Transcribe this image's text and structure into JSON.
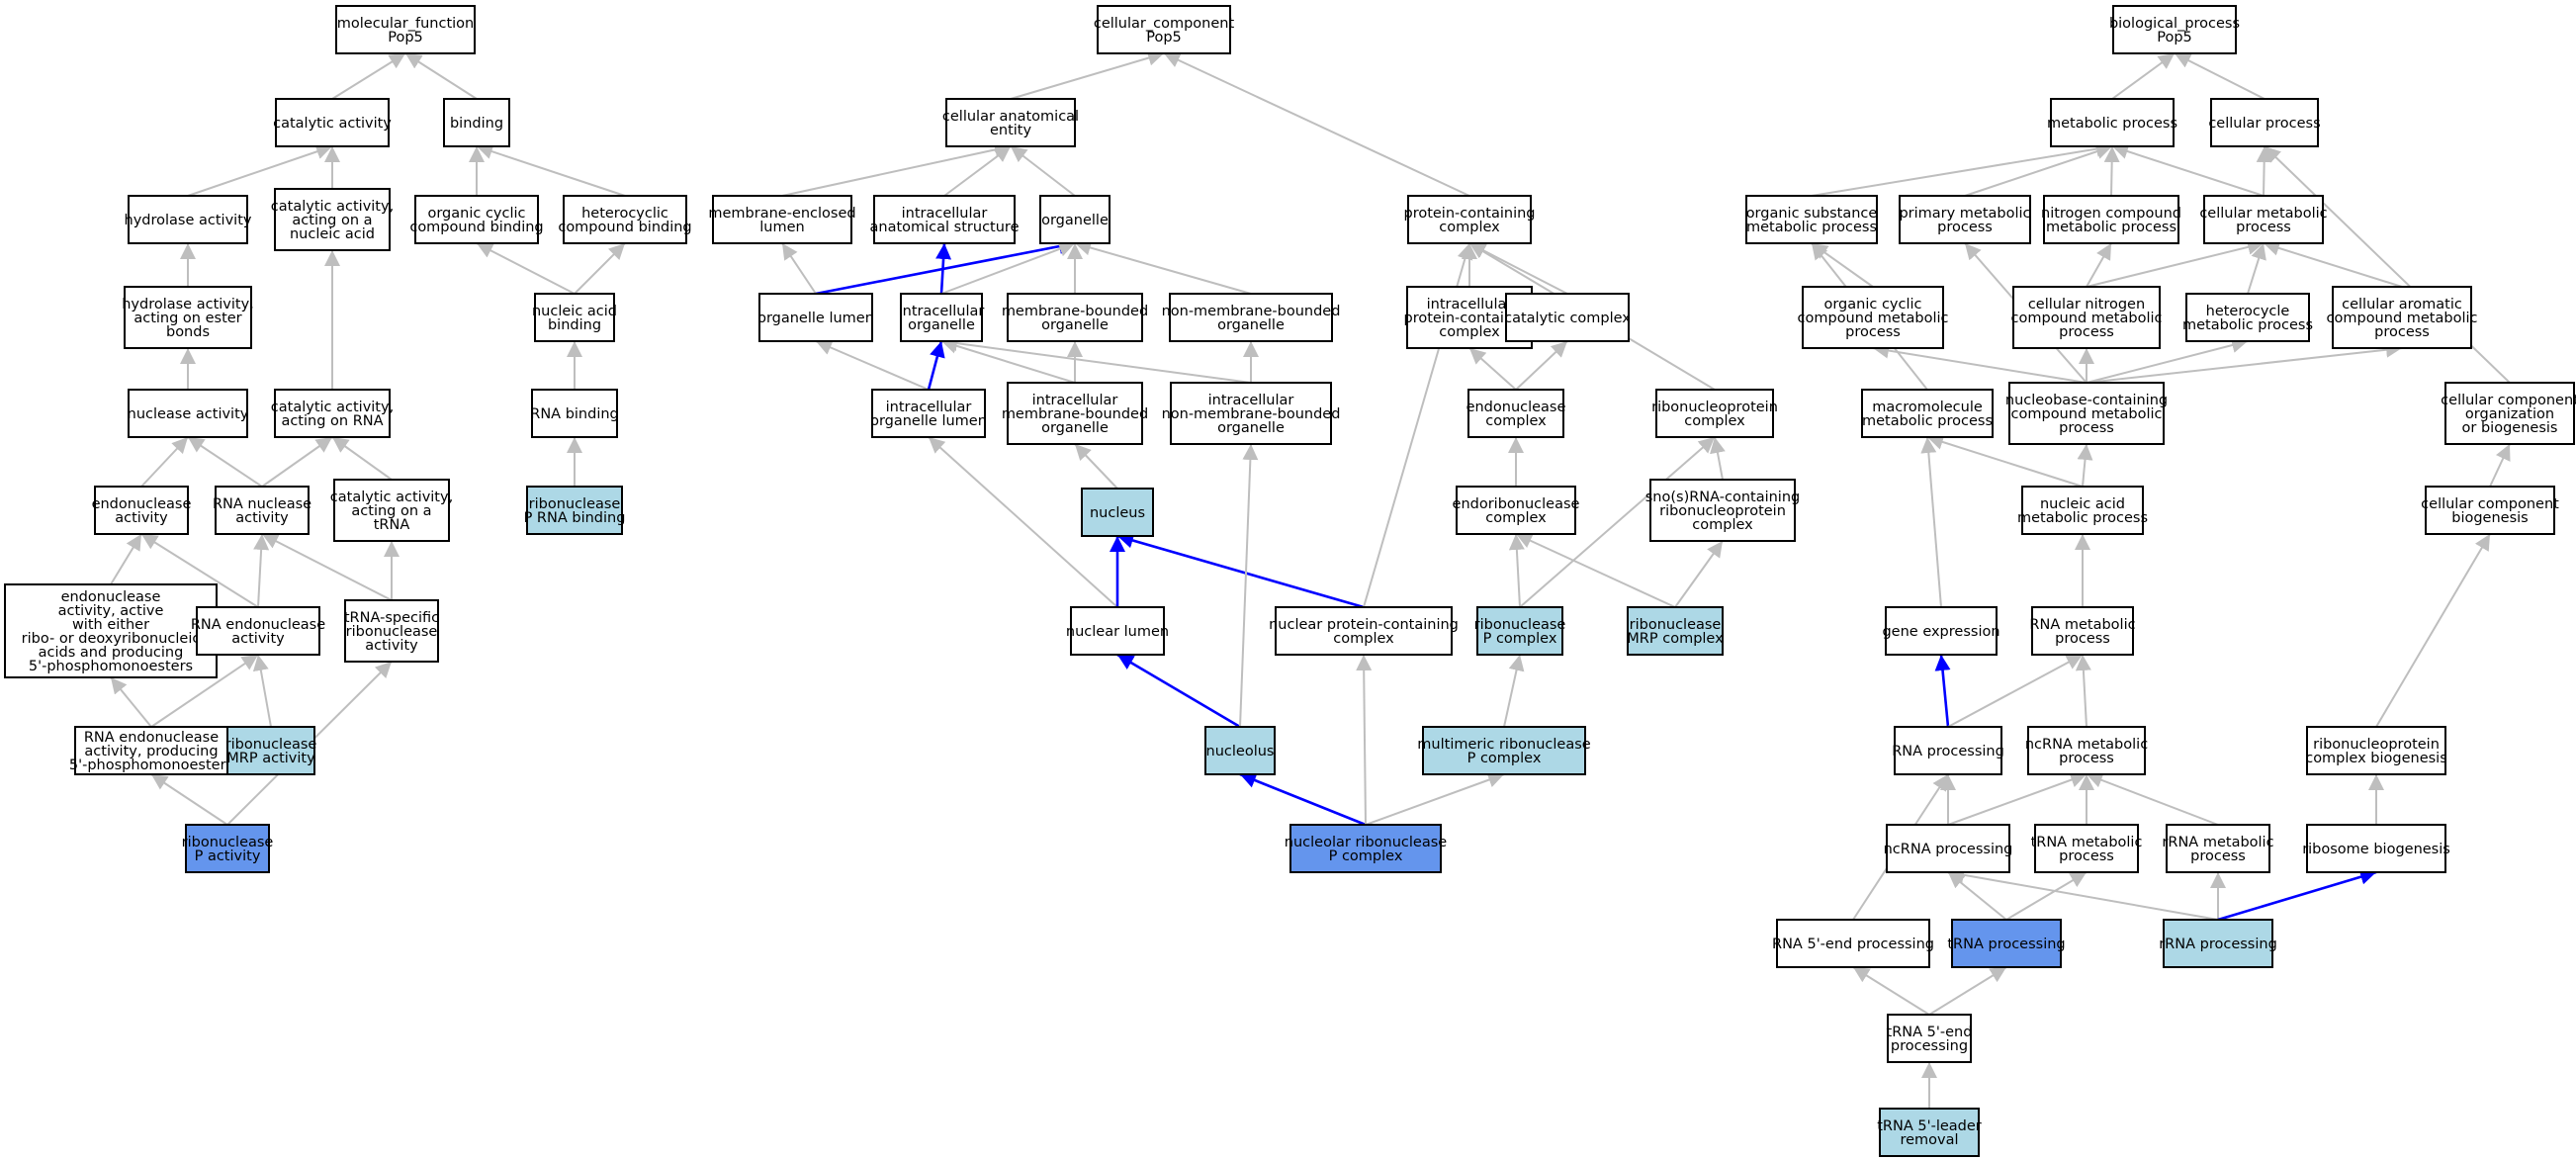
{
  "colors": {
    "background": "#ffffff",
    "node_fill": "#ffffff",
    "node_stroke": "#000000",
    "highlight_light": "#add8e6",
    "highlight_strong": "#6495ed",
    "edge_gray": "#bebebe",
    "edge_blue": "#0000ff"
  },
  "nodes": [
    {
      "id": "mf_root",
      "lines": [
        "molecular_function",
        "Pop5"
      ],
      "style": "plain"
    },
    {
      "id": "catalytic_activity",
      "lines": [
        "catalytic activity"
      ],
      "style": "plain"
    },
    {
      "id": "binding",
      "lines": [
        "binding"
      ],
      "style": "plain"
    },
    {
      "id": "hydrolase_activity",
      "lines": [
        "hydrolase activity"
      ],
      "style": "plain"
    },
    {
      "id": "cat_nucleic",
      "lines": [
        "catalytic activity,",
        "acting on a",
        "nucleic acid"
      ],
      "style": "plain"
    },
    {
      "id": "org_cyclic_binding",
      "lines": [
        "organic cyclic",
        "compound binding"
      ],
      "style": "plain"
    },
    {
      "id": "heterocyclic_binding",
      "lines": [
        "heterocyclic",
        "compound binding"
      ],
      "style": "plain"
    },
    {
      "id": "hydrolase_ester",
      "lines": [
        "hydrolase activity,",
        "acting on ester",
        "bonds"
      ],
      "style": "plain"
    },
    {
      "id": "nucleic_binding",
      "lines": [
        "nucleic acid",
        "binding"
      ],
      "style": "plain"
    },
    {
      "id": "nuclease_activity",
      "lines": [
        "nuclease activity"
      ],
      "style": "plain"
    },
    {
      "id": "cat_rna",
      "lines": [
        "catalytic activity,",
        "acting on RNA"
      ],
      "style": "plain"
    },
    {
      "id": "rna_binding",
      "lines": [
        "RNA binding"
      ],
      "style": "plain"
    },
    {
      "id": "endonuclease_activity",
      "lines": [
        "endonuclease",
        "activity"
      ],
      "style": "plain"
    },
    {
      "id": "rna_nuclease",
      "lines": [
        "RNA nuclease",
        "activity"
      ],
      "style": "plain"
    },
    {
      "id": "cat_trna",
      "lines": [
        "catalytic activity,",
        "acting on a",
        "tRNA"
      ],
      "style": "plain"
    },
    {
      "id": "rnasep_rna_binding",
      "lines": [
        "ribonuclease",
        "P RNA binding"
      ],
      "style": "light"
    },
    {
      "id": "endo_either",
      "lines": [
        "endonuclease",
        "activity, active",
        "with either",
        "ribo- or deoxyribonucleic",
        "acids and producing",
        "5'-phosphomonoesters"
      ],
      "style": "plain"
    },
    {
      "id": "rna_endonuclease",
      "lines": [
        "RNA endonuclease",
        "activity"
      ],
      "style": "plain"
    },
    {
      "id": "trna_specific",
      "lines": [
        "tRNA-specific",
        "ribonuclease",
        "activity"
      ],
      "style": "plain"
    },
    {
      "id": "rna_endo_producing",
      "lines": [
        "RNA endonuclease",
        "activity, producing",
        "5'-phosphomonoesters"
      ],
      "style": "plain"
    },
    {
      "id": "rnase_mrp_activity",
      "lines": [
        "ribonuclease",
        "MRP activity"
      ],
      "style": "light"
    },
    {
      "id": "rnase_p_activity",
      "lines": [
        "ribonuclease",
        "P activity"
      ],
      "style": "strong"
    },
    {
      "id": "cc_root",
      "lines": [
        "cellular_component",
        "Pop5"
      ],
      "style": "plain"
    },
    {
      "id": "cell_anat",
      "lines": [
        "cellular anatomical",
        "entity"
      ],
      "style": "plain"
    },
    {
      "id": "membrane_enclosed_lumen",
      "lines": [
        "membrane-enclosed",
        "lumen"
      ],
      "style": "plain"
    },
    {
      "id": "intracellular_anat",
      "lines": [
        "intracellular",
        "anatomical structure"
      ],
      "style": "plain"
    },
    {
      "id": "organelle",
      "lines": [
        "organelle"
      ],
      "style": "plain"
    },
    {
      "id": "protein_complex",
      "lines": [
        "protein-containing",
        "complex"
      ],
      "style": "plain"
    },
    {
      "id": "organelle_lumen",
      "lines": [
        "organelle lumen"
      ],
      "style": "plain"
    },
    {
      "id": "intracellular_organelle",
      "lines": [
        "intracellular",
        "organelle"
      ],
      "style": "plain"
    },
    {
      "id": "membrane_bounded_organelle",
      "lines": [
        "membrane-bounded",
        "organelle"
      ],
      "style": "plain"
    },
    {
      "id": "non_membrane_bounded_organelle",
      "lines": [
        "non-membrane-bounded",
        "organelle"
      ],
      "style": "plain"
    },
    {
      "id": "intracellular_protein_complex",
      "lines": [
        "intracellular",
        "protein-containing",
        "complex"
      ],
      "style": "plain"
    },
    {
      "id": "catalytic_complex",
      "lines": [
        "catalytic complex"
      ],
      "style": "plain"
    },
    {
      "id": "intracellular_organelle_lumen",
      "lines": [
        "intracellular",
        "organelle lumen"
      ],
      "style": "plain"
    },
    {
      "id": "intracellular_mb_organelle",
      "lines": [
        "intracellular",
        "membrane-bounded",
        "organelle"
      ],
      "style": "plain"
    },
    {
      "id": "intracellular_nmb_organelle",
      "lines": [
        "intracellular",
        "non-membrane-bounded",
        "organelle"
      ],
      "style": "plain"
    },
    {
      "id": "endonuclease_complex",
      "lines": [
        "endonuclease",
        "complex"
      ],
      "style": "plain"
    },
    {
      "id": "rnp_complex",
      "lines": [
        "ribonucleoprotein",
        "complex"
      ],
      "style": "plain"
    },
    {
      "id": "nucleus",
      "lines": [
        "nucleus"
      ],
      "style": "light"
    },
    {
      "id": "endoribonuclease_complex",
      "lines": [
        "endoribonuclease",
        "complex"
      ],
      "style": "plain"
    },
    {
      "id": "snosrna_rnp",
      "lines": [
        "sno(s)RNA-containing",
        "ribonucleoprotein",
        "complex"
      ],
      "style": "plain"
    },
    {
      "id": "nuclear_lumen",
      "lines": [
        "nuclear lumen"
      ],
      "style": "plain"
    },
    {
      "id": "nuclear_protein_complex",
      "lines": [
        "nuclear protein-containing",
        "complex"
      ],
      "style": "plain"
    },
    {
      "id": "rnase_p_complex",
      "lines": [
        "ribonuclease",
        "P complex"
      ],
      "style": "light"
    },
    {
      "id": "rnase_mrp_complex",
      "lines": [
        "ribonuclease",
        "MRP complex"
      ],
      "style": "light"
    },
    {
      "id": "nucleolus",
      "lines": [
        "nucleolus"
      ],
      "style": "light"
    },
    {
      "id": "multimeric_rnase_p",
      "lines": [
        "multimeric ribonuclease",
        "P complex"
      ],
      "style": "light"
    },
    {
      "id": "nucleolar_rnase_p",
      "lines": [
        "nucleolar ribonuclease",
        "P complex"
      ],
      "style": "strong"
    },
    {
      "id": "bp_root",
      "lines": [
        "biological_process",
        "Pop5"
      ],
      "style": "plain"
    },
    {
      "id": "metabolic_process",
      "lines": [
        "metabolic process"
      ],
      "style": "plain"
    },
    {
      "id": "cellular_process",
      "lines": [
        "cellular process"
      ],
      "style": "plain"
    },
    {
      "id": "organic_substance_mp",
      "lines": [
        "organic substance",
        "metabolic process"
      ],
      "style": "plain"
    },
    {
      "id": "primary_mp",
      "lines": [
        "primary metabolic",
        "process"
      ],
      "style": "plain"
    },
    {
      "id": "nitrogen_mp",
      "lines": [
        "nitrogen compound",
        "metabolic process"
      ],
      "style": "plain"
    },
    {
      "id": "cellular_mp",
      "lines": [
        "cellular metabolic",
        "process"
      ],
      "style": "plain"
    },
    {
      "id": "org_cyclic_mp",
      "lines": [
        "organic cyclic",
        "compound metabolic",
        "process"
      ],
      "style": "plain"
    },
    {
      "id": "cell_nitrogen_mp",
      "lines": [
        "cellular nitrogen",
        "compound metabolic",
        "process"
      ],
      "style": "plain"
    },
    {
      "id": "heterocycle_mp",
      "lines": [
        "heterocycle",
        "metabolic process"
      ],
      "style": "plain"
    },
    {
      "id": "cell_aromatic_mp",
      "lines": [
        "cellular aromatic",
        "compound metabolic",
        "process"
      ],
      "style": "plain"
    },
    {
      "id": "macromolecule_mp",
      "lines": [
        "macromolecule",
        "metabolic process"
      ],
      "style": "plain"
    },
    {
      "id": "nucleobase_mp",
      "lines": [
        "nucleobase-containing",
        "compound metabolic",
        "process"
      ],
      "style": "plain"
    },
    {
      "id": "cc_org_biogenesis",
      "lines": [
        "cellular component",
        "organization",
        "or biogenesis"
      ],
      "style": "plain"
    },
    {
      "id": "nucleic_mp",
      "lines": [
        "nucleic acid",
        "metabolic process"
      ],
      "style": "plain"
    },
    {
      "id": "cc_biogenesis",
      "lines": [
        "cellular component",
        "biogenesis"
      ],
      "style": "plain"
    },
    {
      "id": "gene_expression",
      "lines": [
        "gene expression"
      ],
      "style": "plain"
    },
    {
      "id": "rna_mp",
      "lines": [
        "RNA metabolic",
        "process"
      ],
      "style": "plain"
    },
    {
      "id": "rna_processing",
      "lines": [
        "RNA processing"
      ],
      "style": "plain"
    },
    {
      "id": "ncrna_mp",
      "lines": [
        "ncRNA metabolic",
        "process"
      ],
      "style": "plain"
    },
    {
      "id": "rnp_biogenesis",
      "lines": [
        "ribonucleoprotein",
        "complex biogenesis"
      ],
      "style": "plain"
    },
    {
      "id": "ncrna_processing",
      "lines": [
        "ncRNA processing"
      ],
      "style": "plain"
    },
    {
      "id": "trna_mp",
      "lines": [
        "tRNA metabolic",
        "process"
      ],
      "style": "plain"
    },
    {
      "id": "rrna_mp",
      "lines": [
        "rRNA metabolic",
        "process"
      ],
      "style": "plain"
    },
    {
      "id": "ribosome_biogenesis",
      "lines": [
        "ribosome biogenesis"
      ],
      "style": "plain"
    },
    {
      "id": "rna_5end",
      "lines": [
        "RNA 5'-end processing"
      ],
      "style": "plain"
    },
    {
      "id": "trna_processing",
      "lines": [
        "tRNA processing"
      ],
      "style": "strong"
    },
    {
      "id": "rrna_processing",
      "lines": [
        "rRNA processing"
      ],
      "style": "light"
    },
    {
      "id": "trna_5end",
      "lines": [
        "tRNA 5'-end",
        "processing"
      ],
      "style": "plain"
    },
    {
      "id": "trna_leader",
      "lines": [
        "tRNA 5'-leader",
        "removal"
      ],
      "style": "light"
    }
  ],
  "edges": [
    [
      "catalytic_activity",
      "mf_root",
      "gray"
    ],
    [
      "binding",
      "mf_root",
      "gray"
    ],
    [
      "hydrolase_activity",
      "catalytic_activity",
      "gray"
    ],
    [
      "cat_nucleic",
      "catalytic_activity",
      "gray"
    ],
    [
      "org_cyclic_binding",
      "binding",
      "gray"
    ],
    [
      "heterocyclic_binding",
      "binding",
      "gray"
    ],
    [
      "hydrolase_ester",
      "hydrolase_activity",
      "gray"
    ],
    [
      "nucleic_binding",
      "org_cyclic_binding",
      "gray"
    ],
    [
      "nucleic_binding",
      "heterocyclic_binding",
      "gray"
    ],
    [
      "nuclease_activity",
      "hydrolase_ester",
      "gray"
    ],
    [
      "cat_rna",
      "cat_nucleic",
      "gray"
    ],
    [
      "rna_binding",
      "nucleic_binding",
      "gray"
    ],
    [
      "endonuclease_activity",
      "nuclease_activity",
      "gray"
    ],
    [
      "rna_nuclease",
      "nuclease_activity",
      "gray"
    ],
    [
      "rna_nuclease",
      "cat_rna",
      "gray"
    ],
    [
      "cat_trna",
      "cat_rna",
      "gray"
    ],
    [
      "rnasep_rna_binding",
      "rna_binding",
      "gray"
    ],
    [
      "endo_either",
      "endonuclease_activity",
      "gray"
    ],
    [
      "rna_endonuclease",
      "endonuclease_activity",
      "gray"
    ],
    [
      "rna_endonuclease",
      "rna_nuclease",
      "gray"
    ],
    [
      "trna_specific",
      "rna_nuclease",
      "gray"
    ],
    [
      "trna_specific",
      "cat_trna",
      "gray"
    ],
    [
      "rna_endo_producing",
      "endo_either",
      "gray"
    ],
    [
      "rna_endo_producing",
      "rna_endonuclease",
      "gray"
    ],
    [
      "rnase_mrp_activity",
      "rna_endonuclease",
      "gray"
    ],
    [
      "rnase_p_activity",
      "rna_endo_producing",
      "gray"
    ],
    [
      "rnase_p_activity",
      "trna_specific",
      "gray"
    ],
    [
      "cell_anat",
      "cc_root",
      "gray"
    ],
    [
      "protein_complex",
      "cc_root",
      "gray"
    ],
    [
      "membrane_enclosed_lumen",
      "cell_anat",
      "gray"
    ],
    [
      "intracellular_anat",
      "cell_anat",
      "gray"
    ],
    [
      "organelle",
      "cell_anat",
      "gray"
    ],
    [
      "organelle_lumen",
      "membrane_enclosed_lumen",
      "gray"
    ],
    [
      "organelle_lumen",
      "organelle",
      "blue"
    ],
    [
      "intracellular_organelle",
      "intracellular_anat",
      "blue"
    ],
    [
      "intracellular_organelle",
      "organelle",
      "gray"
    ],
    [
      "membrane_bounded_organelle",
      "organelle",
      "gray"
    ],
    [
      "non_membrane_bounded_organelle",
      "organelle",
      "gray"
    ],
    [
      "intracellular_protein_complex",
      "protein_complex",
      "gray"
    ],
    [
      "catalytic_complex",
      "protein_complex",
      "gray"
    ],
    [
      "intracellular_organelle_lumen",
      "organelle_lumen",
      "gray"
    ],
    [
      "intracellular_organelle_lumen",
      "intracellular_organelle",
      "blue"
    ],
    [
      "intracellular_mb_organelle",
      "intracellular_organelle",
      "gray"
    ],
    [
      "intracellular_mb_organelle",
      "membrane_bounded_organelle",
      "gray"
    ],
    [
      "intracellular_nmb_organelle",
      "intracellular_organelle",
      "gray"
    ],
    [
      "intracellular_nmb_organelle",
      "non_membrane_bounded_organelle",
      "gray"
    ],
    [
      "endonuclease_complex",
      "intracellular_protein_complex",
      "gray"
    ],
    [
      "endonuclease_complex",
      "catalytic_complex",
      "gray"
    ],
    [
      "rnp_complex",
      "protein_complex",
      "gray"
    ],
    [
      "nucleus",
      "intracellular_mb_organelle",
      "gray"
    ],
    [
      "endoribonuclease_complex",
      "endonuclease_complex",
      "gray"
    ],
    [
      "snosrna_rnp",
      "rnp_complex",
      "gray"
    ],
    [
      "nuclear_lumen",
      "intracellular_organelle_lumen",
      "gray"
    ],
    [
      "nuclear_lumen",
      "nucleus",
      "blue"
    ],
    [
      "nuclear_protein_complex",
      "nucleus",
      "blue"
    ],
    [
      "nuclear_protein_complex",
      "protein_complex",
      "gray"
    ],
    [
      "rnase_p_complex",
      "endoribonuclease_complex",
      "gray"
    ],
    [
      "rnase_p_complex",
      "rnp_complex",
      "gray"
    ],
    [
      "rnase_mrp_complex",
      "endoribonuclease_complex",
      "gray"
    ],
    [
      "rnase_mrp_complex",
      "snosrna_rnp",
      "gray"
    ],
    [
      "nucleolus",
      "nuclear_lumen",
      "blue"
    ],
    [
      "nucleolus",
      "intracellular_nmb_organelle",
      "gray"
    ],
    [
      "multimeric_rnase_p",
      "rnase_p_complex",
      "gray"
    ],
    [
      "nucleolar_rnase_p",
      "nucleolus",
      "blue"
    ],
    [
      "nucleolar_rnase_p",
      "nuclear_protein_complex",
      "gray"
    ],
    [
      "nucleolar_rnase_p",
      "multimeric_rnase_p",
      "gray"
    ],
    [
      "metabolic_process",
      "bp_root",
      "gray"
    ],
    [
      "cellular_process",
      "bp_root",
      "gray"
    ],
    [
      "organic_substance_mp",
      "metabolic_process",
      "gray"
    ],
    [
      "primary_mp",
      "metabolic_process",
      "gray"
    ],
    [
      "nitrogen_mp",
      "metabolic_process",
      "gray"
    ],
    [
      "cellular_mp",
      "metabolic_process",
      "gray"
    ],
    [
      "cellular_mp",
      "cellular_process",
      "gray"
    ],
    [
      "org_cyclic_mp",
      "organic_substance_mp",
      "gray"
    ],
    [
      "cell_nitrogen_mp",
      "nitrogen_mp",
      "gray"
    ],
    [
      "cell_nitrogen_mp",
      "cellular_mp",
      "gray"
    ],
    [
      "heterocycle_mp",
      "cellular_mp",
      "gray"
    ],
    [
      "cell_aromatic_mp",
      "cellular_mp",
      "gray"
    ],
    [
      "macromolecule_mp",
      "organic_substance_mp",
      "gray"
    ],
    [
      "nucleobase_mp",
      "org_cyclic_mp",
      "gray"
    ],
    [
      "nucleobase_mp",
      "primary_mp",
      "gray"
    ],
    [
      "nucleobase_mp",
      "cell_nitrogen_mp",
      "gray"
    ],
    [
      "nucleobase_mp",
      "heterocycle_mp",
      "gray"
    ],
    [
      "nucleobase_mp",
      "cell_aromatic_mp",
      "gray"
    ],
    [
      "cc_org_biogenesis",
      "cellular_process",
      "gray"
    ],
    [
      "nucleic_mp",
      "nucleobase_mp",
      "gray"
    ],
    [
      "nucleic_mp",
      "macromolecule_mp",
      "gray"
    ],
    [
      "cc_biogenesis",
      "cc_org_biogenesis",
      "gray"
    ],
    [
      "gene_expression",
      "macromolecule_mp",
      "gray"
    ],
    [
      "rna_mp",
      "nucleic_mp",
      "gray"
    ],
    [
      "rna_processing",
      "gene_expression",
      "blue"
    ],
    [
      "rna_processing",
      "rna_mp",
      "gray"
    ],
    [
      "ncrna_mp",
      "rna_mp",
      "gray"
    ],
    [
      "rnp_biogenesis",
      "cc_biogenesis",
      "gray"
    ],
    [
      "ncrna_processing",
      "rna_processing",
      "gray"
    ],
    [
      "ncrna_processing",
      "ncrna_mp",
      "gray"
    ],
    [
      "trna_mp",
      "ncrna_mp",
      "gray"
    ],
    [
      "rrna_mp",
      "ncrna_mp",
      "gray"
    ],
    [
      "ribosome_biogenesis",
      "rnp_biogenesis",
      "gray"
    ],
    [
      "rna_5end",
      "rna_processing",
      "gray"
    ],
    [
      "trna_processing",
      "ncrna_processing",
      "gray"
    ],
    [
      "trna_processing",
      "trna_mp",
      "gray"
    ],
    [
      "rrna_processing",
      "ncrna_processing",
      "gray"
    ],
    [
      "rrna_processing",
      "rrna_mp",
      "gray"
    ],
    [
      "rrna_processing",
      "ribosome_biogenesis",
      "blue"
    ],
    [
      "trna_5end",
      "rna_5end",
      "gray"
    ],
    [
      "trna_5end",
      "trna_processing",
      "gray"
    ],
    [
      "trna_leader",
      "trna_5end",
      "gray"
    ]
  ]
}
